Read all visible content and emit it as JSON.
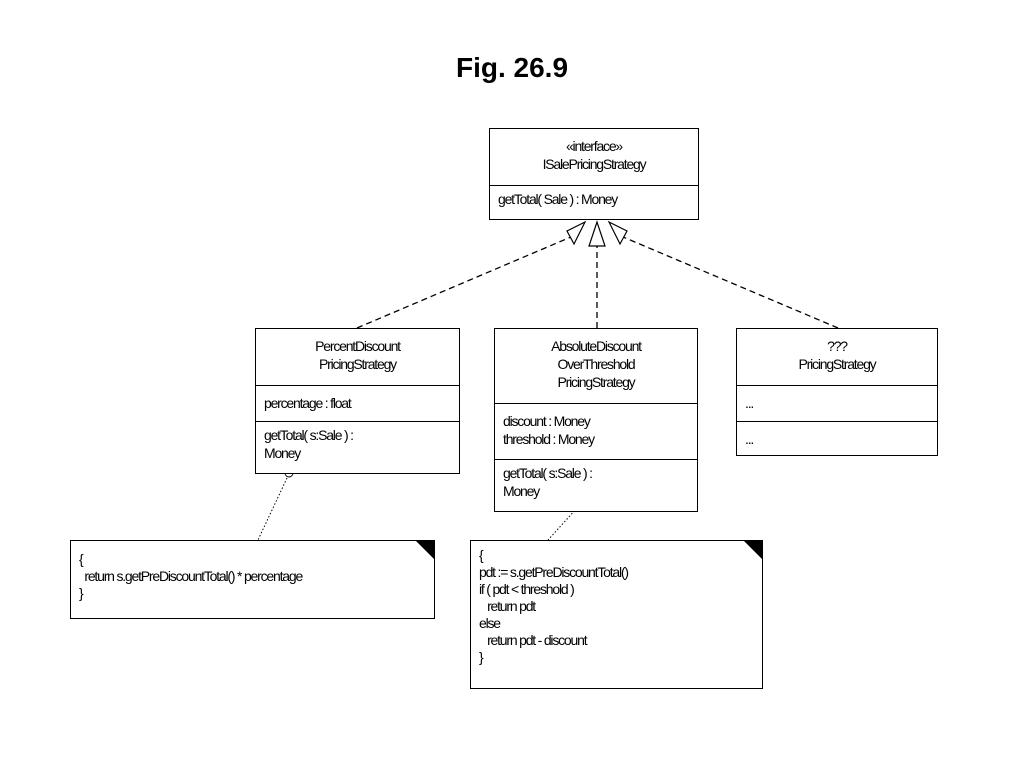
{
  "title": "Fig. 26.9",
  "interface_class": {
    "stereotype": "«interface»",
    "name": "ISalePricingStrategy",
    "operations": [
      "getTotal( Sale ) : Money"
    ]
  },
  "classes": [
    {
      "name_lines": [
        "PercentDiscount",
        "PricingStrategy"
      ],
      "attributes": [
        "percentage : float"
      ],
      "operations": [
        "getTotal( s:Sale ) :",
        "Money"
      ]
    },
    {
      "name_lines": [
        "AbsoluteDiscount",
        "OverThreshold",
        "PricingStrategy"
      ],
      "attributes": [
        "discount : Money",
        "threshold : Money"
      ],
      "operations": [
        "getTotal( s:Sale ) :",
        "Money"
      ]
    },
    {
      "name_lines": [
        "???",
        "PricingStrategy"
      ],
      "attributes": [
        "..."
      ],
      "operations": [
        "..."
      ]
    }
  ],
  "notes": [
    {
      "lines": [
        "{",
        "  return s.getPreDiscountTotal() * percentage",
        "}"
      ]
    },
    {
      "lines": [
        "{",
        "pdt := s.getPreDiscountTotal()",
        "if ( pdt < threshold )",
        "   return pdt",
        "else",
        "   return pdt - discount",
        "}"
      ]
    }
  ]
}
